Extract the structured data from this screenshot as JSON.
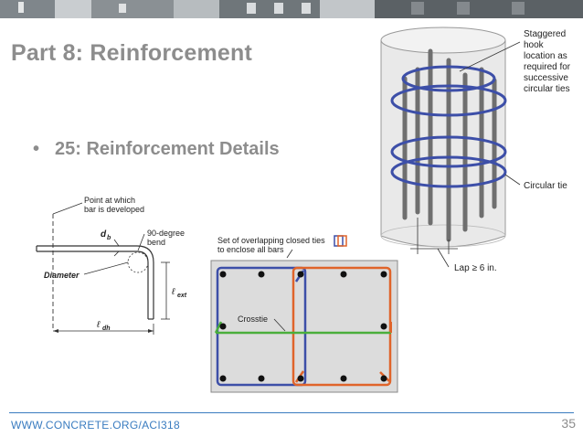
{
  "slide": {
    "title": "Part 8: Reinforcement",
    "bullet": "25: Reinforcement Details",
    "bullet_marker": "•"
  },
  "hook_figure": {
    "label_point": "Point at which",
    "label_point2": "bar is developed",
    "label_db": "d",
    "label_db_sub": "b",
    "label_bend": "90-degree",
    "label_bend2": "bend",
    "label_diameter": "Diameter",
    "label_lext": "ℓ",
    "label_lext_sub": "ext",
    "label_ldh": "ℓ",
    "label_ldh_sub": "dh"
  },
  "column_section": {
    "label_set": "Set of overlapping closed ties",
    "label_set2": "to enclose all bars",
    "label_crosstie": "Crosstie"
  },
  "column_3d": {
    "label_staggered": [
      "Staggered",
      "hook",
      "location as",
      "required for",
      "successive",
      "circular ties"
    ],
    "label_circular": "Circular tie",
    "label_lap": "Lap ≥ 6 in."
  },
  "footer": {
    "url": "WWW.CONCRETE.ORG/ACI318",
    "page": "35"
  },
  "colors": {
    "accent": "#3a7cc0",
    "title_gray": "#8d8d8d",
    "tie_blue": "#3d4fa8",
    "tie_orange": "#e0642a",
    "crosstie_green": "#4aae3c"
  }
}
